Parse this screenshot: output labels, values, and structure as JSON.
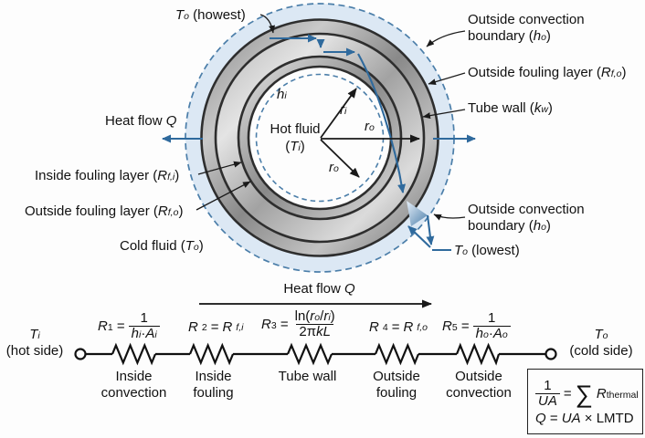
{
  "figure": {
    "type": "heat-exchanger tube cross-section with thermal resistance network",
    "colors": {
      "accent_blue": "#2f6a9d",
      "dashed_blue": "#4b7ea9",
      "boundary_fill": "#dce8f4",
      "metal_gray": "#9b9b9b",
      "ink": "#111111",
      "background": "#fdfdfd"
    }
  },
  "diagram": {
    "to_highest": "*T*_{*o*} (howest)",
    "outside_convection_top_1": "Outside convection",
    "outside_convection_top_2": "boundary (*h*_{*o*})",
    "outside_fouling_right": "Outside fouling layer (*R*_{*f,o*})",
    "tube_wall_right": "Tube wall (*k*_{*w*})",
    "heat_flow_left": "Heat flow *Q*",
    "h_i": "*h*_{*i*}",
    "hot_fluid_1": "Hot fluid",
    "hot_fluid_2": "(*T*_{*i*})",
    "r_i": "*r*_{*i*}",
    "r_o_right": "*r*_{*o*}",
    "r_o_down": "*r*_{*o*}",
    "inside_fouling_left": "Inside fouling layer (*R*_{*f,i*})",
    "outside_fouling_left": "Outside fouling layer (*R*_{*f,o*})",
    "cold_fluid": "Cold fluid (*T*_{*o*})",
    "outside_convection_bottom_1": "Outside convection",
    "outside_convection_bottom_2": "boundary (*h*_{*o*})",
    "to_lowest": "*T*_{*o*} (lowest)"
  },
  "circuit": {
    "heat_flow": "Heat flow *Q*",
    "left_terminal_1": "*T*_{*i*}",
    "left_terminal_2": "(hot side)",
    "right_terminal_1": "*T*_{*o*}",
    "right_terminal_2": "(cold side)",
    "resistors": [
      {
        "formula_lhs": "*R*_{1} =",
        "frac_num": "1",
        "frac_den": "*h*_{*i*}·*A*_{*i*}",
        "label": "Inside convection"
      },
      {
        "formula": "*R*_{2} = *R*_{*f,i*}",
        "label": "Inside fouling"
      },
      {
        "formula_lhs": "*R*_{3} =",
        "frac_num": "ln(*r*_{*o*}/*r*_{*i*})",
        "frac_den": "2π*kL*",
        "label": "Tube wall"
      },
      {
        "formula": "*R*_{4} = *R*_{*f,o*}",
        "label": "Outside fouling"
      },
      {
        "formula_lhs": "*R*_{5} =",
        "frac_num": "1",
        "frac_den": "*h*_{*o*}·*A*_{*o*}",
        "label": "Outside convection"
      }
    ],
    "equation_box": {
      "frac_num": "1",
      "frac_den": "*UA*",
      "equals": "=",
      "sigma": "∑",
      "sum_term": "*R*_{thermal}",
      "line2": "*Q* = *UA* × LMTD"
    }
  }
}
